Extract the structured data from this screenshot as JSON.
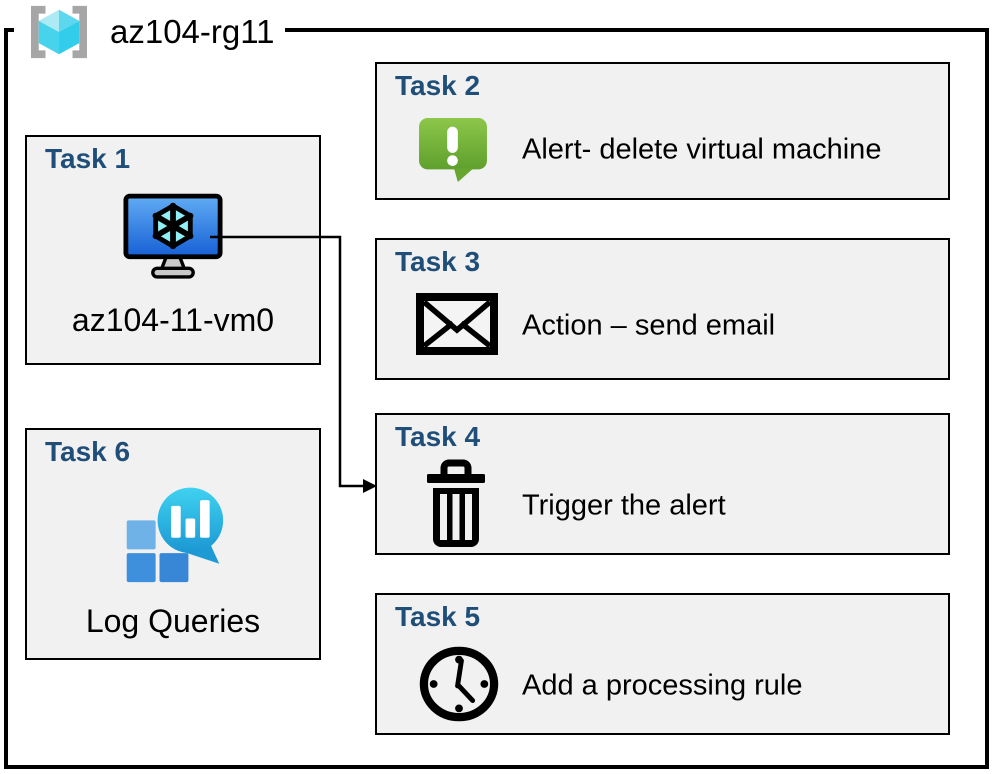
{
  "resource_group": {
    "name": "az104-rg11",
    "icon": "resource-group-icon"
  },
  "tasks": [
    {
      "id": "task-1",
      "title": "Task 1",
      "label": "az104-11-vm0",
      "icon": "virtual-machine-icon"
    },
    {
      "id": "task-2",
      "title": "Task 2",
      "label": "Alert- delete virtual machine",
      "icon": "alert-icon"
    },
    {
      "id": "task-3",
      "title": "Task 3",
      "label": "Action – send email",
      "icon": "email-icon"
    },
    {
      "id": "task-4",
      "title": "Task 4",
      "label": "Trigger the alert",
      "icon": "trash-icon"
    },
    {
      "id": "task-5",
      "title": "Task 5",
      "label": "Add a processing rule",
      "icon": "clock-icon"
    },
    {
      "id": "task-6",
      "title": "Task 6",
      "label": "Log Queries",
      "icon": "log-analytics-icon"
    }
  ],
  "connector": {
    "from": "task-1",
    "to": "task-4",
    "style": "elbow-arrow"
  },
  "colors": {
    "task_title_blue": "#1F4E79",
    "box_fill": "#F1F1F1",
    "box_border": "#000000",
    "alert_green": "#76B82A",
    "vm_screen_blue": "#2E7FE4",
    "log_bubble_teal": "#29BDE4",
    "log_square_blue": "#3F90DC",
    "rg_cube_cyan": "#50E6FF",
    "rg_bracket_gray": "#A6A6A6"
  }
}
